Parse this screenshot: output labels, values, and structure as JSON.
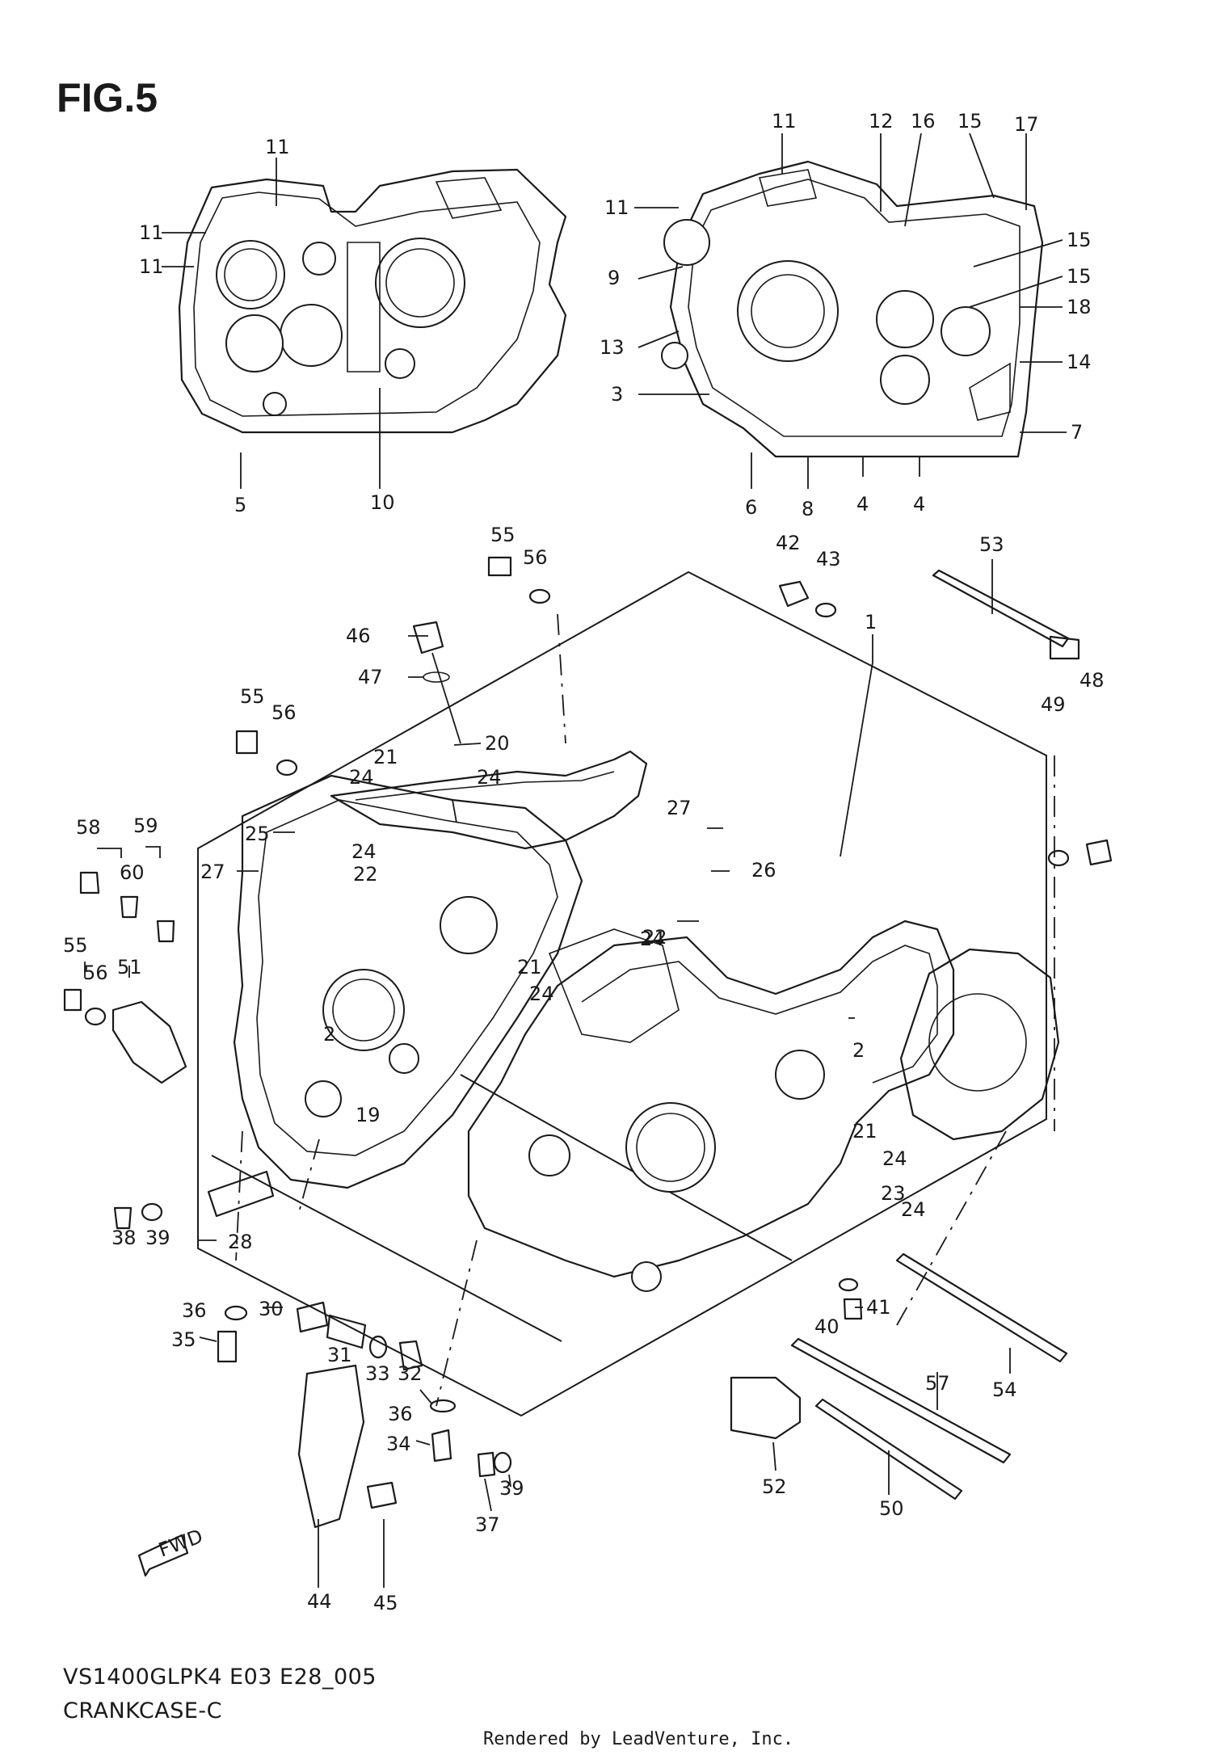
{
  "figure": {
    "title": "FIG.5",
    "model_code": "VS1400GLPK4 E03 E28_005",
    "section_name": "CRANKCASE-C",
    "credit": "Rendered by LeadVenture, Inc.",
    "fwd_label": "FWD"
  },
  "callouts": [
    {
      "id": "c1",
      "label": "11"
    },
    {
      "id": "c2",
      "label": "11"
    },
    {
      "id": "c3",
      "label": "11"
    },
    {
      "id": "c4",
      "label": "5"
    },
    {
      "id": "c5",
      "label": "10"
    },
    {
      "id": "c6",
      "label": "11"
    },
    {
      "id": "c7",
      "label": "12"
    },
    {
      "id": "c8",
      "label": "16"
    },
    {
      "id": "c9",
      "label": "15"
    },
    {
      "id": "c10",
      "label": "17"
    },
    {
      "id": "c11",
      "label": "11"
    },
    {
      "id": "c12",
      "label": "9"
    },
    {
      "id": "c13",
      "label": "13"
    },
    {
      "id": "c14",
      "label": "3"
    },
    {
      "id": "c15",
      "label": "15"
    },
    {
      "id": "c16",
      "label": "15"
    },
    {
      "id": "c17",
      "label": "18"
    },
    {
      "id": "c18",
      "label": "14"
    },
    {
      "id": "c19",
      "label": "7"
    },
    {
      "id": "c20",
      "label": "6"
    },
    {
      "id": "c21",
      "label": "8"
    },
    {
      "id": "c22",
      "label": "4"
    },
    {
      "id": "c23",
      "label": "4"
    },
    {
      "id": "c24",
      "label": "55"
    },
    {
      "id": "c25",
      "label": "56"
    },
    {
      "id": "c26",
      "label": "42"
    },
    {
      "id": "c27",
      "label": "43"
    },
    {
      "id": "c28",
      "label": "53"
    },
    {
      "id": "c29",
      "label": "1"
    },
    {
      "id": "c30",
      "label": "46"
    },
    {
      "id": "c31",
      "label": "47"
    },
    {
      "id": "c32",
      "label": "48"
    },
    {
      "id": "c33",
      "label": "49"
    },
    {
      "id": "c34",
      "label": "55"
    },
    {
      "id": "c35",
      "label": "56"
    },
    {
      "id": "c36",
      "label": "20"
    },
    {
      "id": "c37",
      "label": "21"
    },
    {
      "id": "c38",
      "label": "24"
    },
    {
      "id": "c39",
      "label": "24"
    },
    {
      "id": "c40",
      "label": "58"
    },
    {
      "id": "c41",
      "label": "59"
    },
    {
      "id": "c42",
      "label": "25"
    },
    {
      "id": "c43",
      "label": "60"
    },
    {
      "id": "c44",
      "label": "27"
    },
    {
      "id": "c45",
      "label": "24"
    },
    {
      "id": "c46",
      "label": "22"
    },
    {
      "id": "c47",
      "label": "27"
    },
    {
      "id": "c48",
      "label": "26"
    },
    {
      "id": "c49",
      "label": "22"
    },
    {
      "id": "c50",
      "label": "24"
    },
    {
      "id": "c51",
      "label": "55"
    },
    {
      "id": "c52",
      "label": "56"
    },
    {
      "id": "c53",
      "label": "51"
    },
    {
      "id": "c54",
      "label": "21"
    },
    {
      "id": "c55",
      "label": "24"
    },
    {
      "id": "c56",
      "label": "2"
    },
    {
      "id": "c57",
      "label": "2"
    },
    {
      "id": "c58",
      "label": "19"
    },
    {
      "id": "c59",
      "label": "21"
    },
    {
      "id": "c60",
      "label": "24"
    },
    {
      "id": "c61",
      "label": "38"
    },
    {
      "id": "c62",
      "label": "39"
    },
    {
      "id": "c63",
      "label": "28"
    },
    {
      "id": "c64",
      "label": "23"
    },
    {
      "id": "c65",
      "label": "24"
    },
    {
      "id": "c66",
      "label": "36"
    },
    {
      "id": "c67",
      "label": "30"
    },
    {
      "id": "c68",
      "label": "35"
    },
    {
      "id": "c69",
      "label": "31"
    },
    {
      "id": "c70",
      "label": "33"
    },
    {
      "id": "c71",
      "label": "32"
    },
    {
      "id": "c72",
      "label": "41"
    },
    {
      "id": "c73",
      "label": "40"
    },
    {
      "id": "c74",
      "label": "54"
    },
    {
      "id": "c75",
      "label": "36"
    },
    {
      "id": "c76",
      "label": "34"
    },
    {
      "id": "c77",
      "label": "57"
    },
    {
      "id": "c78",
      "label": "39"
    },
    {
      "id": "c79",
      "label": "37"
    },
    {
      "id": "c80",
      "label": "52"
    },
    {
      "id": "c81",
      "label": "50"
    },
    {
      "id": "c82",
      "label": "44"
    },
    {
      "id": "c83",
      "label": "45"
    }
  ]
}
